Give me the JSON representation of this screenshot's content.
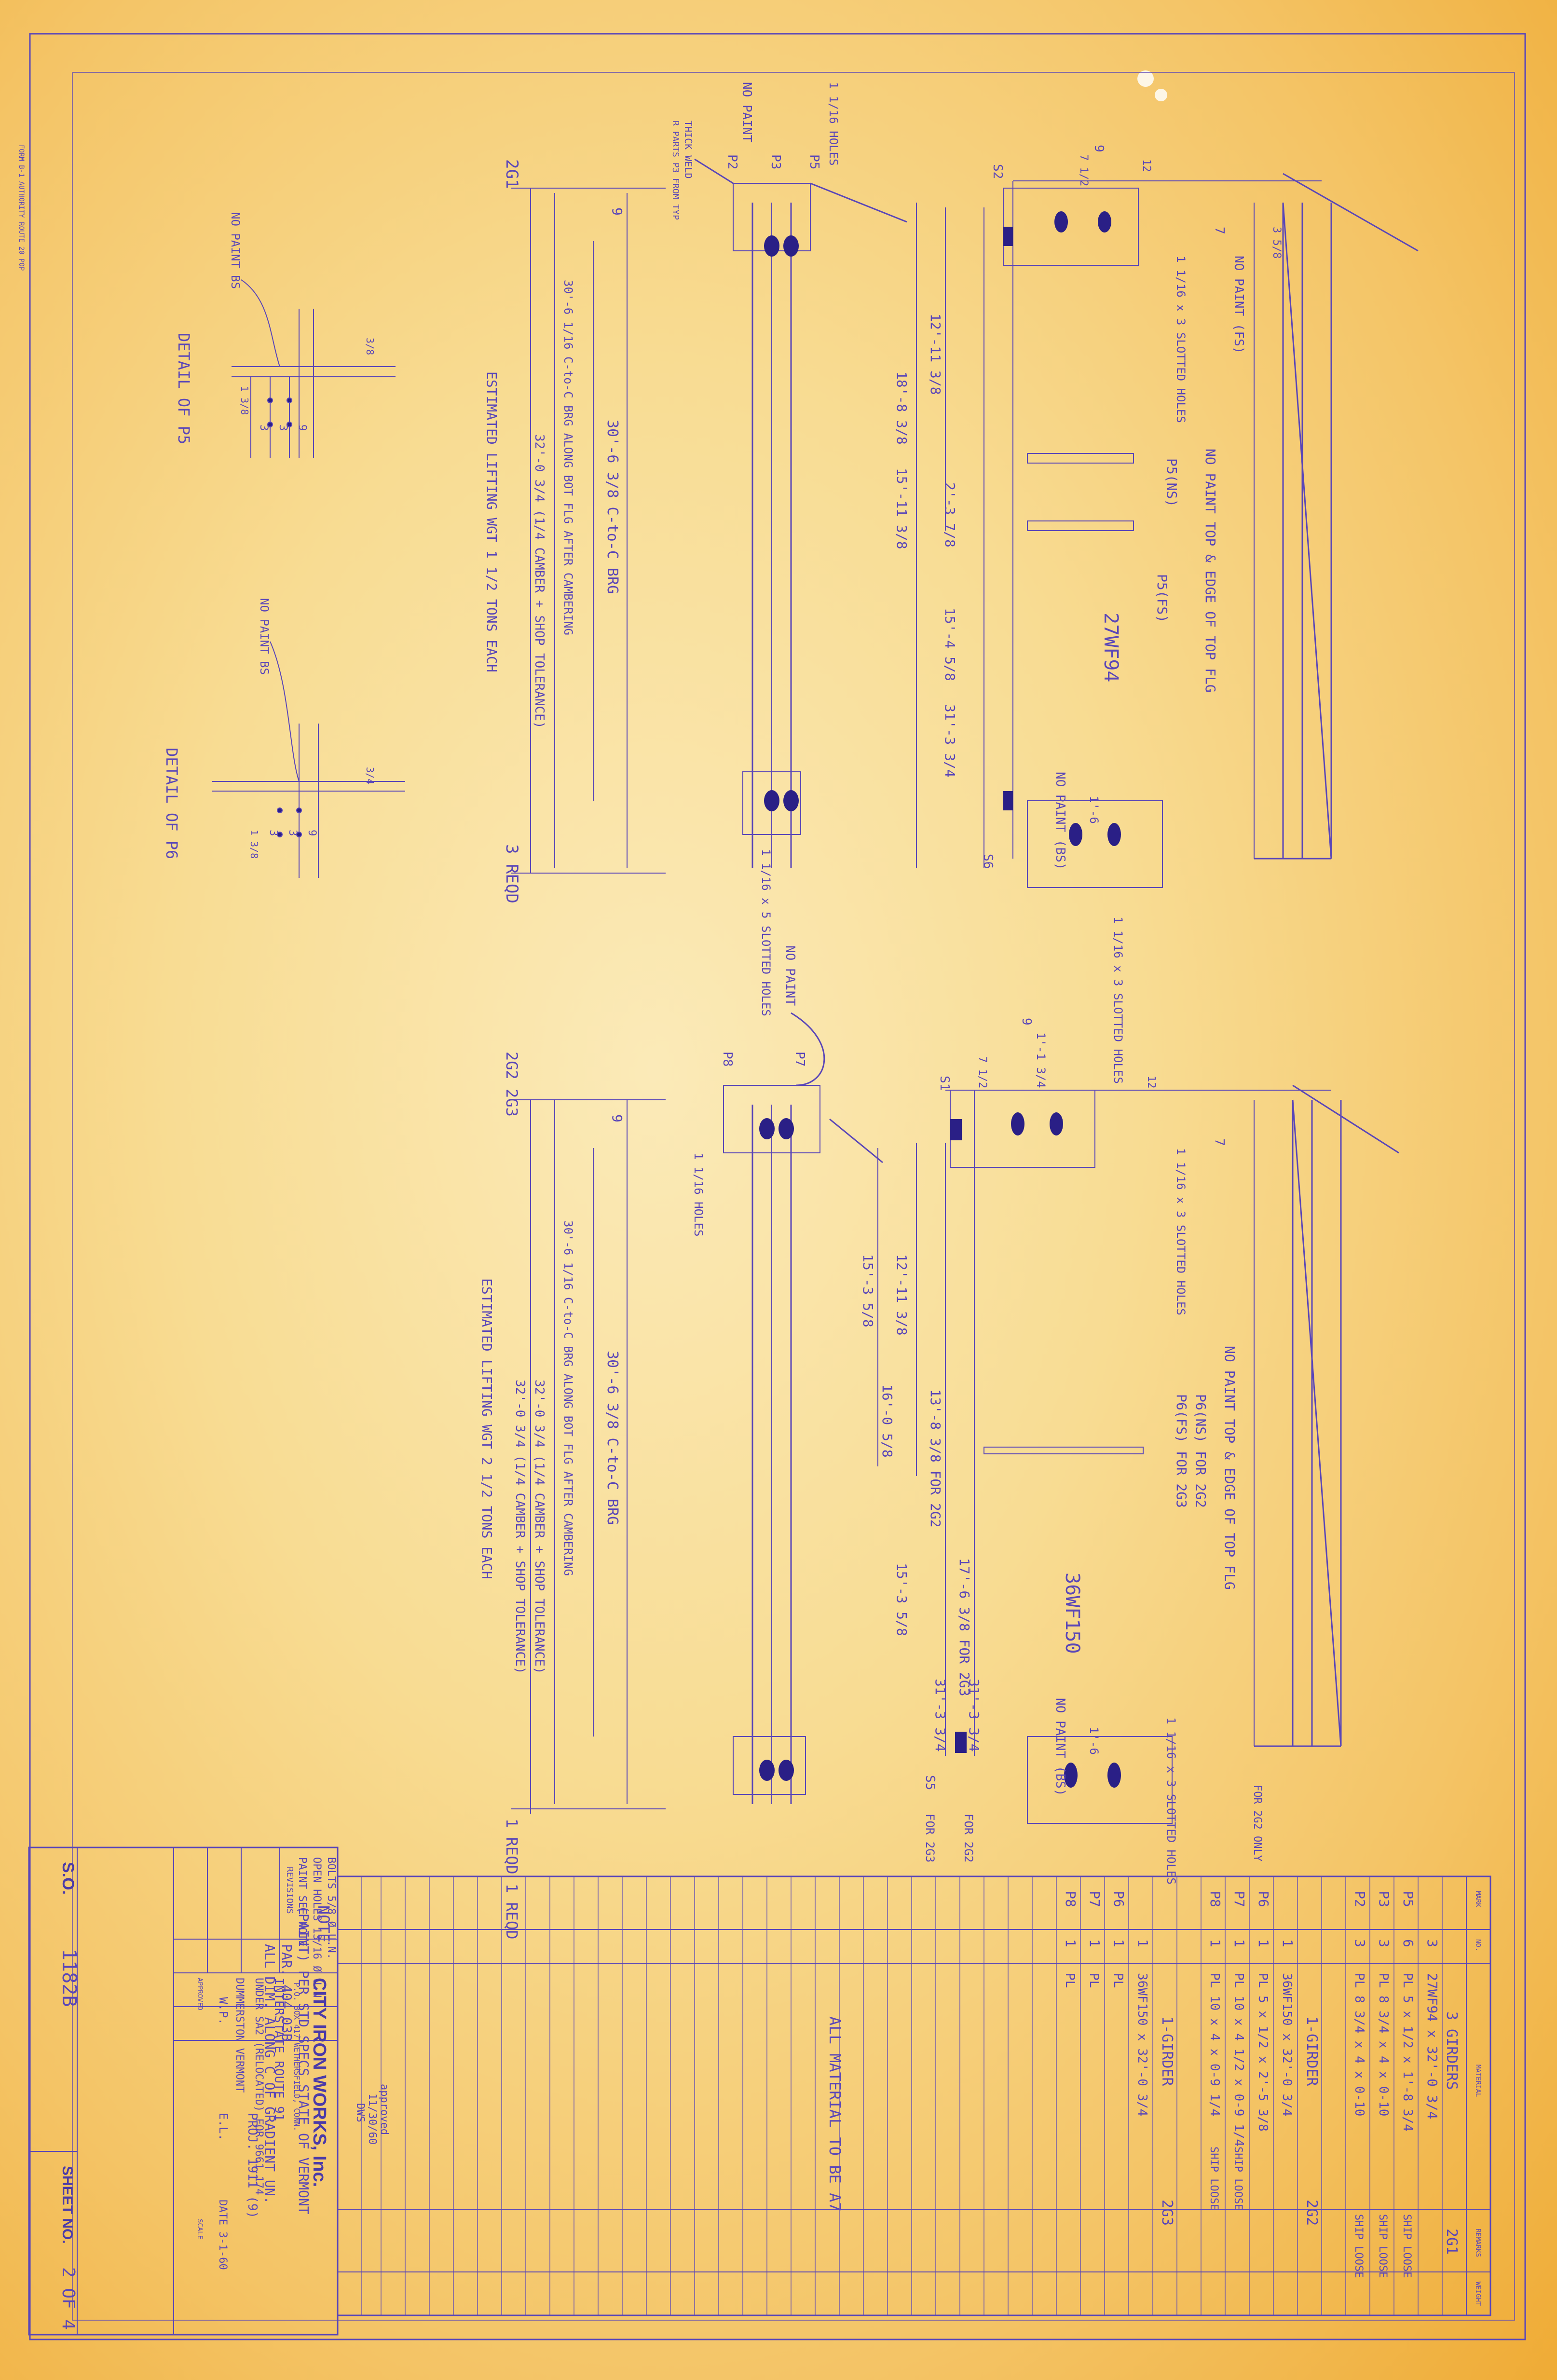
{
  "colors": {
    "paper": "#f8dc93",
    "paper_edge": "#efab35",
    "ink": "#5a46b8",
    "mark": "#2a1f86"
  },
  "margin_print": "FORM B-1 AUTHORITY ROUTE 20 POP",
  "view_a": {
    "member": "27WF94",
    "girder_mark_left": "2G1",
    "girder_mark_right": "3 REQD",
    "c_to_c": "30'-6 3/8  C-to-C BRG",
    "camber_note": "30'-6 1/16 C-to-C BRG ALONG BOT FLG AFTER CAMBERING",
    "overall_length": "32'-0 3/4  (1/4 CAMBER + SHOP TOLERANCE)",
    "lifting_weight": "ESTIMATED LIFTING WGT  1 1/2 TONS EACH",
    "end_dim": "9",
    "dims_a": [
      "12'-11 3/8",
      "18'-8 3/8",
      "15'-11 3/8"
    ],
    "dims_b": [
      "2'-3 7/8",
      "15'-4 5/8",
      "31'-3 3/4"
    ],
    "no_paint_bs": "NO PAINT (BS)",
    "no_paint_fs": "NO PAINT (FS)",
    "no_paint_top": "NO PAINT TOP & EDGE OF TOP FLG",
    "ps_ns": "P5(NS)",
    "ps_fs": "P5(FS)",
    "slotted_holes": "1 1/16 x 3 SLOTTED HOLES",
    "slotted_holes_5": "1 1/16 x 5 SLOTTED HOLES",
    "hole_note": "1 1/16 HOLES",
    "no_paint": "NO PAINT",
    "thick_weld": "THICK WELD",
    "rp_parts": "R PARTS P3 FROM TYP",
    "marks": [
      "P2",
      "P3",
      "P5",
      "S2",
      "S6"
    ],
    "dim_small": [
      "3 5/8",
      "7",
      "9",
      "7 1/2",
      "1'-6",
      "12"
    ]
  },
  "view_b": {
    "member": "36WF150",
    "girder_mark_left": "2G2  2G3",
    "girder_mark_right": "1 REQD  1 REQD",
    "c_to_c": "30'-6 3/8  C-to-C BRG",
    "camber_note": "30'-6 1/16 C-to-C BRG ALONG BOT FLG AFTER CAMBERING",
    "overall_length_1": "32'-0 3/4  (1/4 CAMBER + SHOP TOLERANCE)",
    "overall_length_2": "32'-0 3/4  (1/4 CAMBER + SHOP TOLERANCE)",
    "lifting_weight": "ESTIMATED LIFTING WGT  2 1/2 TONS EACH",
    "end_dim": "9",
    "dims_a": [
      "12'-11 3/8",
      "15'-3 5/8",
      "16'-0 5/8"
    ],
    "dims_b": [
      "13'-8 3/8  FOR 2G2",
      "17'-6 3/8  FOR 2G3",
      "15'-3 5/8"
    ],
    "dims_c": [
      "31'-3 3/4",
      "31'-3 3/4"
    ],
    "no_paint_bs": "NO PAINT (BS)",
    "no_paint_top": "NO PAINT TOP & EDGE OF TOP FLG",
    "p6_ns": "P6(NS) FOR 2G2",
    "p6_fs": "P6(FS) FOR 2G3",
    "slotted_holes": "1 1/16 x 3 SLOTTED HOLES",
    "slotted_holes_2": "1 1/16 x 3 SLOTTED HOLES",
    "hole_note": "1 1/16 HOLES",
    "no_paint": "NO PAINT",
    "for_2g3": "FOR 2G3",
    "for_2g2": "FOR 2G2",
    "flg_note": "FOR 2G2 ONLY",
    "marks": [
      "P7",
      "P8",
      "S1",
      "S5"
    ],
    "dim_small": [
      "9",
      "1'-1 3/4",
      "7 1/2",
      "1'-6",
      "7",
      "12"
    ]
  },
  "detail_p5": {
    "title": "DETAIL OF P5",
    "note": "NO PAINT BS",
    "dims": [
      "1 3/8",
      "3",
      "3",
      "9",
      "3/8"
    ]
  },
  "detail_p6": {
    "title": "DETAIL OF P6",
    "note": "NO PAINT BS",
    "dims": [
      "1 3/8",
      "3",
      "3",
      "9",
      "3/4"
    ]
  },
  "general_note": {
    "heading": "NOTE",
    "lines": [
      "(PAINT) PER STD SPECS STATE OF VERMONT",
      "PAR. 404.03B",
      "ALL DIM. ALONG C OF GRADIENT UN.",
      "PROJ. 1911 (9)"
    ]
  },
  "approval": [
    "approved",
    "11/30/60",
    "DWS"
  ],
  "material_note": "ALL MATERIAL TO BE A7",
  "bill": {
    "headers": [
      "MARK",
      "NO.",
      "MATERIAL",
      "REMARKS",
      "WEIGHT"
    ],
    "groups": [
      {
        "title": "3 GIRDERS",
        "mark": "2G1",
        "rows": [
          {
            "mark": "",
            "no": "3",
            "material": "27WF94 x 32'-0 3/4",
            "remarks": ""
          },
          {
            "mark": "P5",
            "no": "6",
            "material": "PL 5 x 1/2 x 1'-8 3/4",
            "remarks": "SHIP LOOSE"
          },
          {
            "mark": "P3",
            "no": "3",
            "material": "PL 8 3/4 x 4 x 0-10",
            "remarks": "SHIP LOOSE"
          },
          {
            "mark": "P2",
            "no": "3",
            "material": "PL 8 3/4 x 4 x 0-10",
            "remarks": "SHIP LOOSE"
          }
        ]
      },
      {
        "title": "1-GIRDER",
        "mark": "2G2",
        "rows": [
          {
            "mark": "",
            "no": "1",
            "material": "36WF150 x 32'-0 3/4",
            "remarks": ""
          },
          {
            "mark": "P6",
            "no": "1",
            "material": "PL 5 x 1/2 x 2'-5 3/8",
            "remarks": ""
          },
          {
            "mark": "P7",
            "no": "1",
            "material": "PL 10 x 4 1/2 x 0-9 1/4",
            "remarks": "SHIP LOOSE"
          },
          {
            "mark": "P8",
            "no": "1",
            "material": "PL 10 x 4 x 0-9 1/4",
            "remarks": "SHIP LOOSE"
          }
        ]
      },
      {
        "title": "1-GIRDER",
        "mark": "2G3",
        "rows": [
          {
            "mark": "",
            "no": "1",
            "material": "36WF150 x 32'-0 3/4",
            "remarks": ""
          },
          {
            "mark": "P6",
            "no": "1",
            "material": "PL",
            "remarks": ""
          },
          {
            "mark": "P7",
            "no": "1",
            "material": "PL",
            "remarks": ""
          },
          {
            "mark": "P8",
            "no": "1",
            "material": "PL",
            "remarks": ""
          }
        ]
      }
    ]
  },
  "title_block": {
    "bolts": "BOLTS 5/8 Ø U.N.",
    "open_holes": "OPEN HOLES 13/16 Ø U.N.",
    "paint": "PAINT SEE NOTE",
    "revisions": "REVISIONS",
    "company": "CITY IRON WORKS, Inc.",
    "address": "P.O. BOX 417   WETHERSFIELD, CONN.",
    "project_1": "INTERSTATE ROUTE 91",
    "project_2": "UNDER SA2 (RELOCATED) FOR 9661.174",
    "project_3": "DUMMERSTON VERMONT",
    "made_by": "W.P.",
    "checked_by": "E.L.",
    "date": "DATE 3-1-60",
    "approved": "APPROVED",
    "scale": "SCALE",
    "so_label": "S.O.",
    "so_number": "1182B",
    "sheet_label": "SHEET NO.",
    "sheet_number": "2 OF 4"
  }
}
